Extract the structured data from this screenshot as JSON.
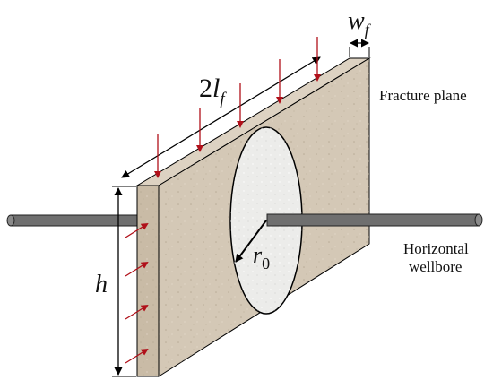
{
  "labels": {
    "width_symbol": "w",
    "width_sub": "f",
    "length_prefix": "2",
    "length_symbol": "l",
    "length_sub": "f",
    "height_symbol": "h",
    "radius_symbol": "r",
    "radius_sub": "0",
    "fracture_plane": "Fracture plane",
    "wellbore_line1": "Horizontal",
    "wellbore_line2": "wellbore"
  },
  "colors": {
    "slab_front": "#d4c8b6",
    "slab_side": "#c9bba6",
    "slab_top": "#ddd2c2",
    "ellipse_fill": "#ececea",
    "wellbore": "#6f6f6f",
    "arrow": "#b0101a",
    "outline": "#000000"
  }
}
